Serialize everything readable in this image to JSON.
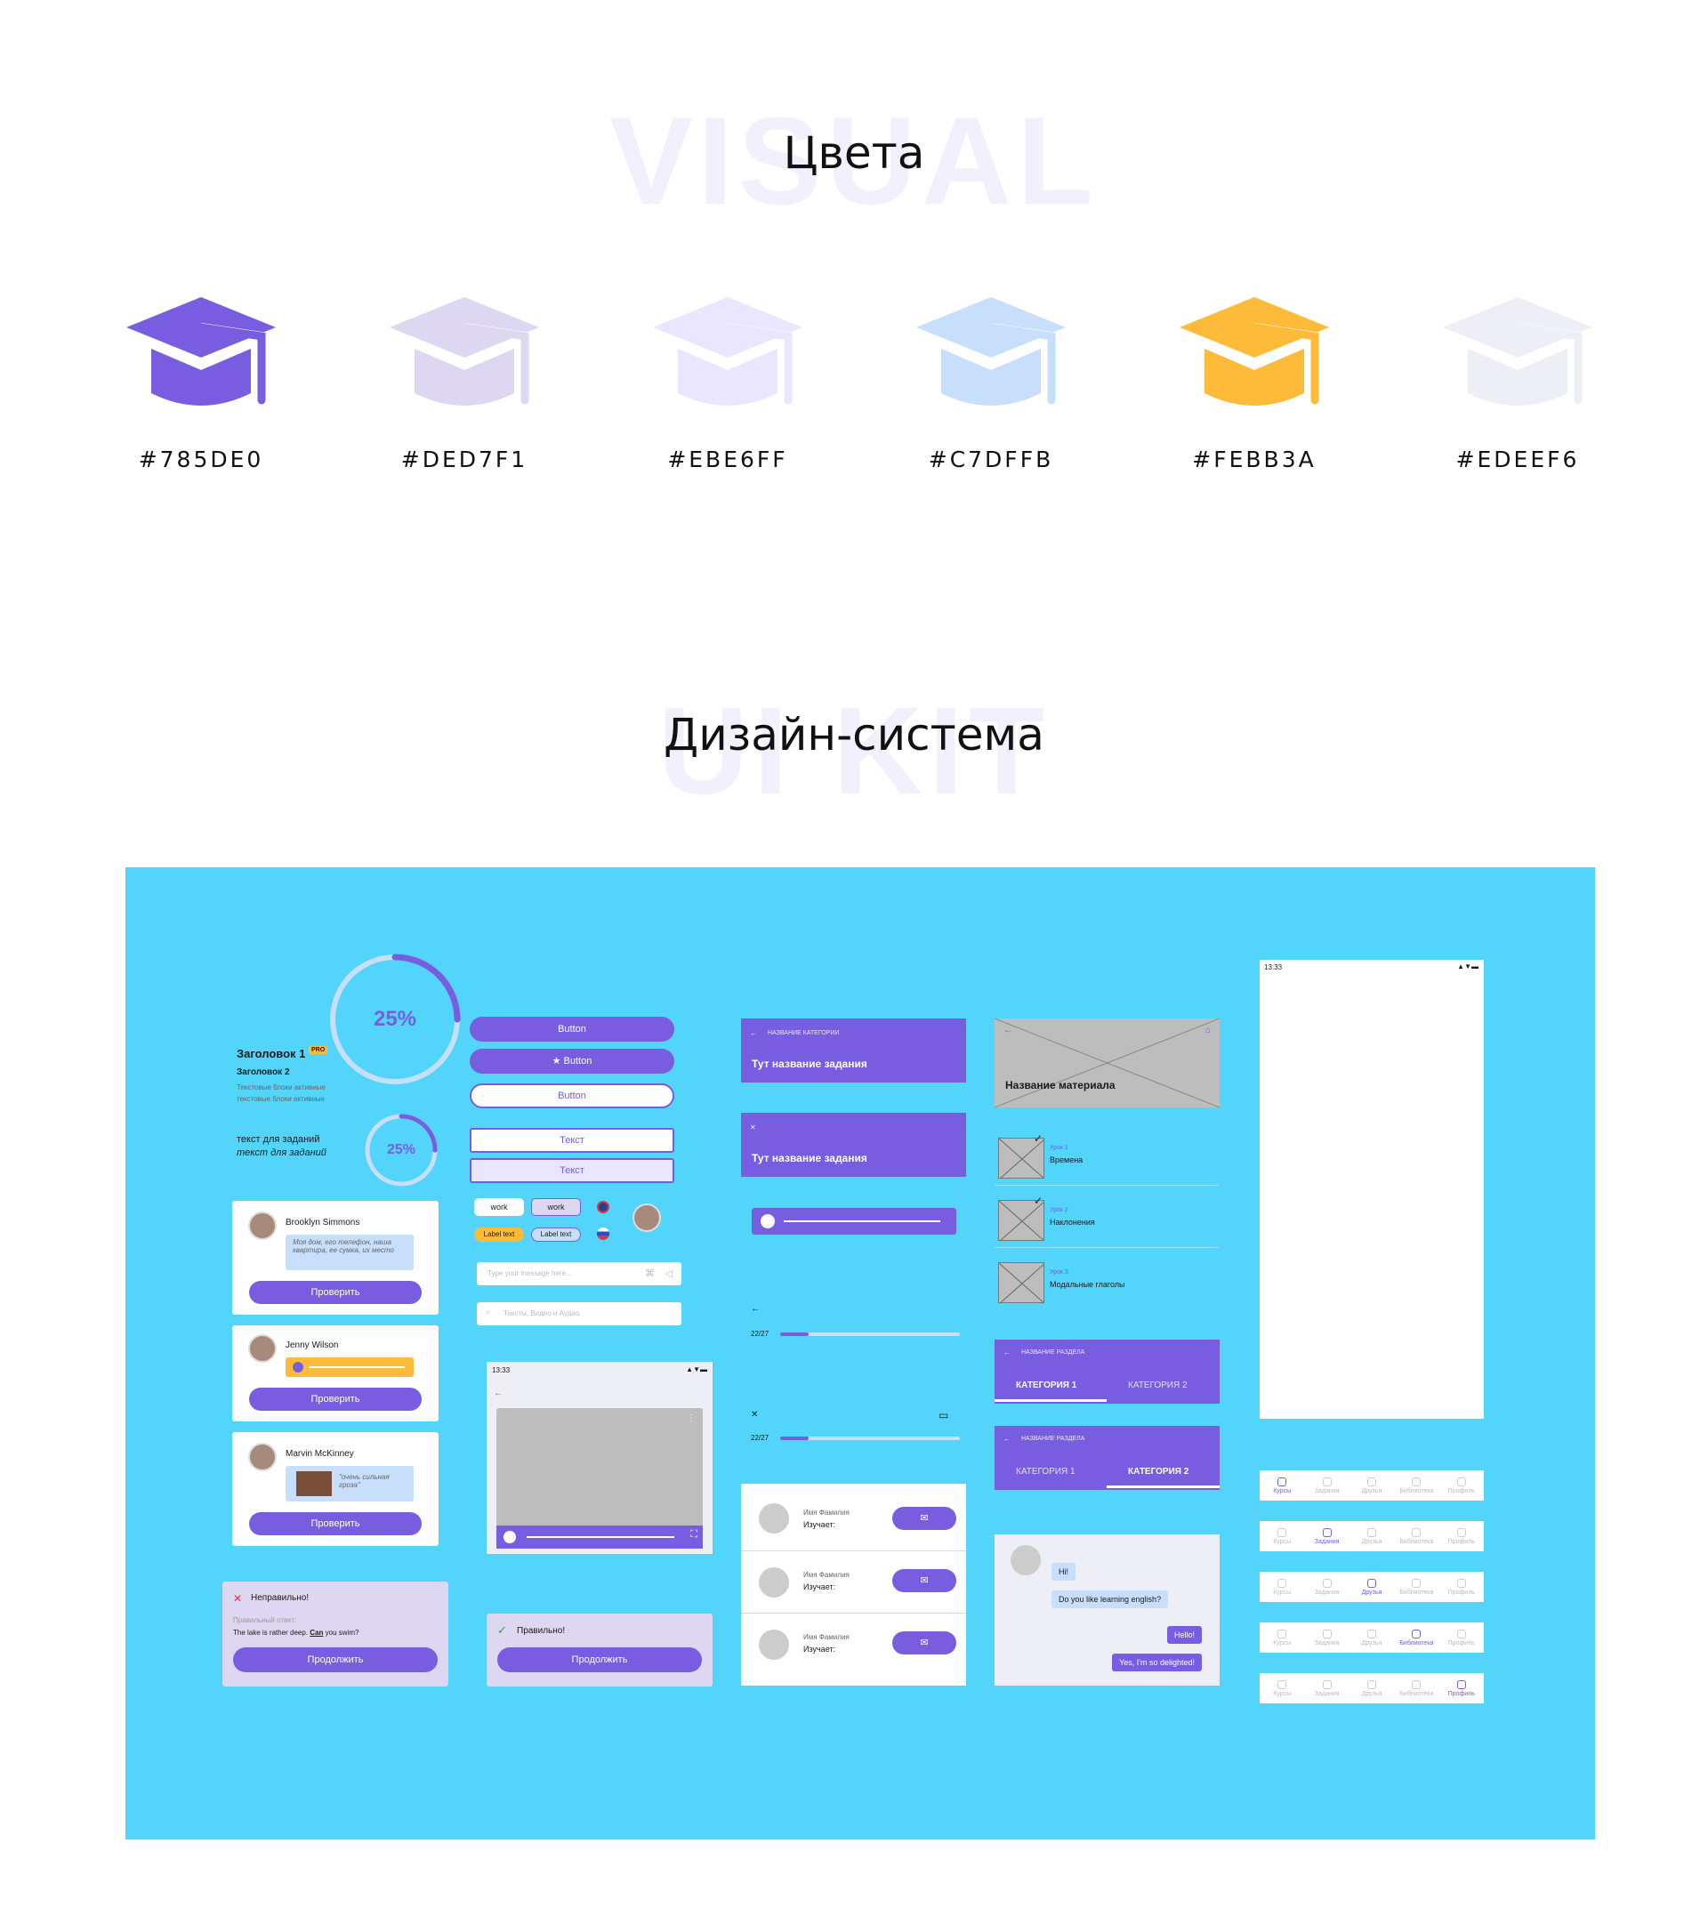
{
  "visual_bg": "VISUAL",
  "colors_title": "Цвета",
  "swatches": [
    {
      "hex": "#785DE0",
      "color": "#785de0",
      "icon": "graduation-cap-icon"
    },
    {
      "hex": "#DED7F1",
      "color": "#ded7f1",
      "icon": "graduation-cap-icon"
    },
    {
      "hex": "#EBE6FF",
      "color": "#ebe6ff",
      "icon": "graduation-cap-icon"
    },
    {
      "hex": "#C7DFFB",
      "color": "#c7dffb",
      "icon": "graduation-cap-icon"
    },
    {
      "hex": "#FEBB3A",
      "color": "#febb3a",
      "icon": "graduation-cap-icon"
    },
    {
      "hex": "#EDEEF6",
      "color": "#edeef6",
      "icon": "graduation-cap-icon"
    }
  ],
  "uikit_bg": "UI KIT",
  "uikit_title": "Дизайн-система",
  "kit": {
    "bg_color": "#52d4fb",
    "accent": "#785de0",
    "typography": {
      "h1": "Заголовок 1",
      "pro": "PRO",
      "h2": "Заголовок 2",
      "body1": "Текстовые блоки активные",
      "body2": "текстовые блоки активные",
      "task1": "текст для заданий",
      "task2": "текст для заданий"
    },
    "progress": {
      "big": "25%",
      "small": "25%",
      "fraction": 0.25
    },
    "buttons": {
      "b1": "Button",
      "b2": "★ Button",
      "b3": "Button",
      "f1": "Текст",
      "f2": "Текст"
    },
    "chips": {
      "c1": "work",
      "c2": "work",
      "l1": "Label text",
      "l2": "Label text"
    },
    "message_placeholder": "Type your message here...",
    "search_placeholder": "Тексты, Видео и Аудио",
    "comments": [
      {
        "name": "Brooklyn Simmons",
        "text": "Моя дом, его телефон, наша квартира, ее сумка, их место",
        "btn": "Проверить"
      },
      {
        "name": "Jenny Wilson",
        "btn": "Проверить"
      },
      {
        "name": "Marvin McKinney",
        "text": "\"очень сильная гроза\"",
        "btn": "Проверить"
      }
    ],
    "wrong": {
      "title": "Неправильно!",
      "answer_label": "Правильный ответ:",
      "sentence_a": "The lake is rather deep.",
      "sentence_b": "Can",
      "sentence_c": "you swim?",
      "btn": "Продолжить"
    },
    "right": {
      "title": "Правильно!",
      "btn": "Продолжить"
    },
    "phone_time": "13:33",
    "headers": {
      "cat": "НАЗВАНИЕ КАТЕГОРИИ",
      "task": "Тут название задания",
      "task2": "Тут название задания"
    },
    "progress_counts": {
      "p1": "22/27",
      "p2": "22/27"
    },
    "people": [
      {
        "name": "Имя Фамилия",
        "studying": "Изучает:"
      },
      {
        "name": "Имя Фамилия",
        "studying": "Изучает:"
      },
      {
        "name": "Имя Фамилия",
        "studying": "Изучает:"
      }
    ],
    "material": "Название материала",
    "lessons": [
      {
        "num": "Урок 1",
        "title": "Времена",
        "done": true
      },
      {
        "num": "Урок 2",
        "title": "Наклонения",
        "done": true
      },
      {
        "num": "Урок 3",
        "title": "Модальные глаголы",
        "done": false
      }
    ],
    "tabs": {
      "section": "НАЗВАНИЕ РАЗДЕЛА",
      "cat1": "КАТЕГОРИЯ 1",
      "cat2": "КАТЕГОРИЯ 2"
    },
    "chat": {
      "m1": "Hi!",
      "m2": "Do you like learning english?",
      "m3": "Hello!",
      "m4": "Yes, I'm so delighted!"
    },
    "nav": [
      "Курсы",
      "Задания",
      "Друзья",
      "Библиотека",
      "Профиль"
    ]
  }
}
